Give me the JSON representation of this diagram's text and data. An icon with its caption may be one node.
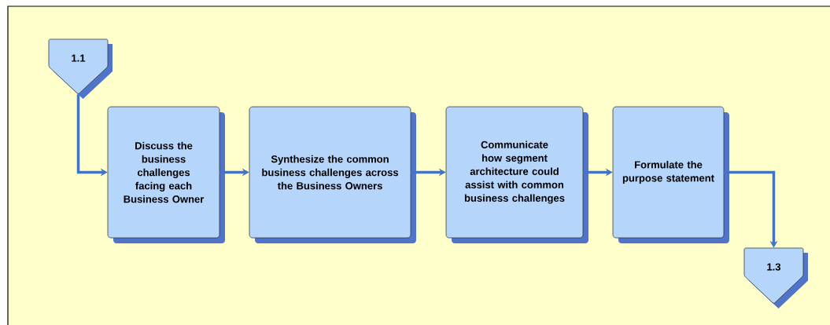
{
  "diagram": {
    "nodes": [
      {
        "text": [
          "1.1"
        ]
      },
      {
        "text": [
          "Discuss the business challenges facing each Business Owner"
        ]
      },
      {
        "text": [
          "Synthesize the common business challenges across the Business Owners"
        ]
      },
      {
        "text": [
          "Communicate how segment architecture could assist with common business challenges"
        ]
      },
      {
        "text": [
          "Formulate the purpose statement"
        ]
      },
      {
        "text": [
          "1.3"
        ]
      }
    ],
    "edges": [
      {
        "from": 0,
        "to": 1,
        "arrow": "to"
      },
      {
        "from": 1,
        "to": 2,
        "arrow": "to"
      },
      {
        "from": 2,
        "to": 3,
        "arrow": "to"
      },
      {
        "from": 3,
        "to": 4,
        "arrow": "to"
      },
      {
        "from": 4,
        "to": 5,
        "arrow": "to"
      }
    ]
  }
}
